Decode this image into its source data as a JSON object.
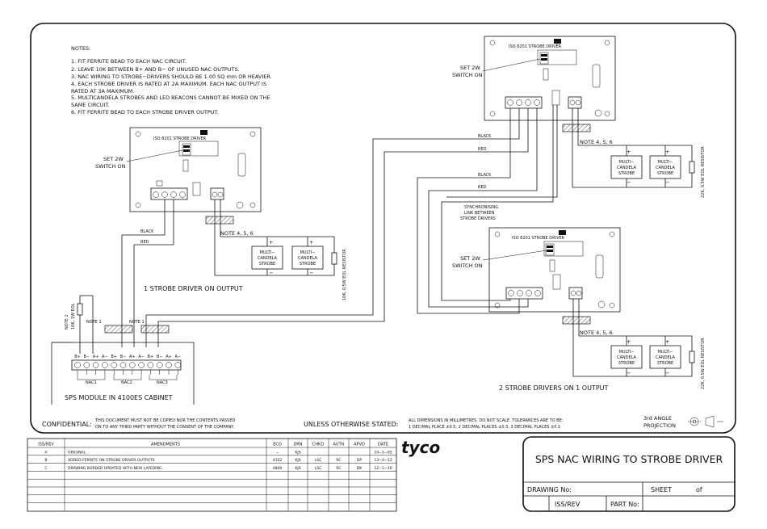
{
  "notes": {
    "title": "NOTES:",
    "items": [
      "1.  FIT FERRITE BEAD TO EACH NAC CIRCUIT.",
      "2.  LEAVE 10K BETWEEN B+ AND B− OF UNUSED NAC OUTPUTS.",
      "3.  NAC WIRING TO STROBE−DRIVERS SHOULD BE 1.00 SQ mm OR HEAVIER.",
      "4.  EACH STROBE DRIVER IS RATED AT 2A MAXIMUM. EACH NAC OUTPUT IS",
      "     RATED AT 3A MAXIMUM.",
      "5.  MULTICANDELA STROBES AND LED BEACONS CANNOT BE MIXED ON THE",
      "     SAME CIRCUIT.",
      "6.  FIT FERRITE BEAD TO EACH STROBE DRIVER OUTPUT."
    ]
  },
  "labels": {
    "set_switch_1": "SET 2W",
    "set_switch_2": "SWITCH ON",
    "board_title": "ISO 8201 STROBE DRIVER",
    "black": "BLACK",
    "red": "RED",
    "note_456": "NOTE 4, 5, 6",
    "note_1": "NOTE 1",
    "note_2a": "NOTE 2",
    "note_2b": "10K, 1W EOL",
    "strobe_1": "MULTI−",
    "strobe_2": "CANDELA",
    "strobe_3": "STROBE",
    "eol_10k": "10K, 0.5W EOL RESISTOR",
    "eol_22k": "22K, 0.5W EOL RESISTOR",
    "caption_single": "1 STROBE DRIVER ON OUTPUT",
    "caption_double": "2 STROBE DRIVERS ON 1 OUTPUT",
    "sync_1": "SYNCHRONISING",
    "sync_2": "LINK BETWEEN",
    "sync_3": "STROBE DRIVERS",
    "module_caption": "SPS MODULE IN 4100ES CABINET",
    "terminals": [
      "B+",
      "B−",
      "A+",
      "A−",
      "B+",
      "B−",
      "A+",
      "A−",
      "B+",
      "B−",
      "A+",
      "A−"
    ],
    "nac1": "NAC1",
    "nac2": "NAC2",
    "nac3": "NAC3",
    "plus": "+",
    "minus": "−"
  },
  "footer": {
    "confidential_label": "CONFIDENTIAL:",
    "confidential_1": "THIS DOCUMENT MUST NOT BE COPIED NOR THE CONTENTS PASSED",
    "confidential_2": "ON TO ANY THIRD PARTY WITHOUT THE CONSENT OF THE COMPANY.",
    "unless": "UNLESS OTHERWISE STATED:",
    "dims_1": "ALL DIMENSIONS IN MILLIMETRES. DO NOT SCALE. TOLERANCES ARE TO BE:",
    "dims_2": "1 DECIMAL PLACE ±0.5, 2 DECIMAL PLACES ±0.3, 3 DECIMAL PLACES ±0.1",
    "angle_1": "3rd ANGLE",
    "angle_2": "PROJECTION"
  },
  "amendments": {
    "headers": [
      "ISS/REV",
      "AMENDMENTS",
      "ECO",
      "DRN",
      "CHKD",
      "AUTH",
      "APVD",
      "DATE"
    ],
    "rows": [
      [
        "A",
        "ORIGINAL",
        "−",
        "KJS",
        "",
        "",
        "",
        "24−5−05"
      ],
      [
        "B",
        "ADDED FERRITE ON STROBE DRIVER OUTPUTS",
        "4352",
        "KJS",
        "LSC",
        "RC",
        "DP",
        "13−4−12"
      ],
      [
        "C",
        "DRAWING BORDER UPDATED WITH NEW LAYERING.",
        "4809",
        "KJS",
        "LSC",
        "RC",
        "DK",
        "12−1−16"
      ]
    ]
  },
  "title_block": {
    "logo": "tyco",
    "title": "SPS NAC WIRING TO STROBE DRIVER",
    "drawing_no": "DRAWING No:",
    "sheet": "SHEET",
    "of": "of",
    "iss_rev": "ISS/REV",
    "part_no": "PART No:"
  }
}
